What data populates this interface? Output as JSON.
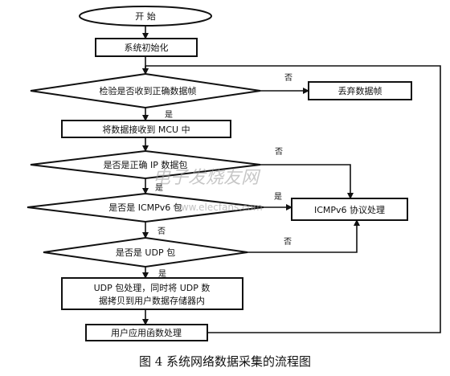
{
  "flowchart": {
    "start": "开 始",
    "init": "系统初始化",
    "check_frame": "检验是否收到正确数据帧",
    "discard": "丢弃数据帧",
    "receive_mcu": "将数据接收到 MCU 中",
    "check_ip": "是否是正确 IP 数据包",
    "check_icmp": "是否是 ICMPv6 包",
    "icmp_process": "ICMPv6 协议处理",
    "check_udp": "是否是 UDP 包",
    "udp_line1": "UDP 包处理，同时将 UDP 数",
    "udp_line2": "据拷贝到用户数据存储器内",
    "app_process": "用户应用函数处理",
    "yes": "是",
    "no": "否"
  },
  "watermark": {
    "logo": "电子发烧友网",
    "url": "www.elecfans.com"
  },
  "caption": "图 4  系统网络数据采集的流程图"
}
